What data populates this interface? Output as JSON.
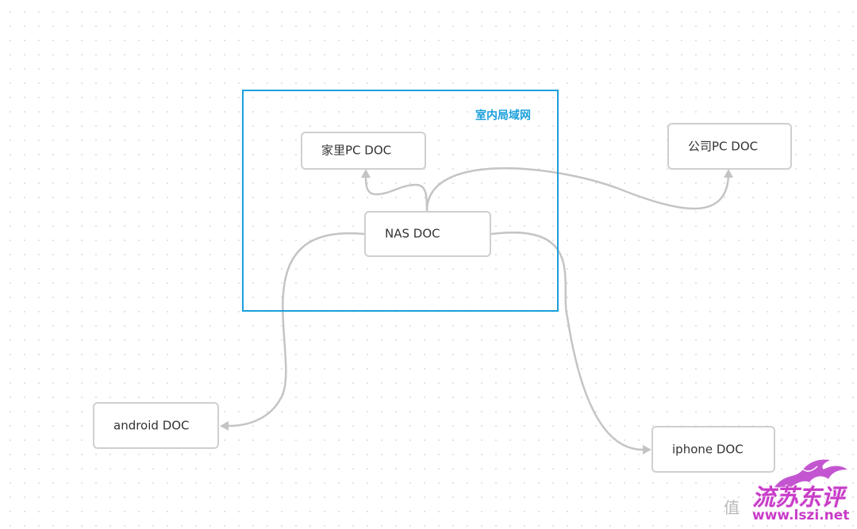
{
  "canvas": {
    "background": "#ffffff",
    "grid_dot_color": "#dcdcdc"
  },
  "group": {
    "label": "室内局域网",
    "color": "#1aa0dc"
  },
  "nodes": {
    "home_pc": "家里PC DOC",
    "nas": "NAS DOC",
    "company_pc": "公司PC DOC",
    "android": "android DOC",
    "iphone": "iphone DOC"
  },
  "edges": [
    {
      "from": "nas",
      "to": "home_pc"
    },
    {
      "from": "nas",
      "to": "company_pc"
    },
    {
      "from": "nas",
      "to": "android"
    },
    {
      "from": "nas",
      "to": "iphone"
    }
  ],
  "edge_color": "#c4c4c4",
  "watermark": {
    "brand": "流苏东评",
    "url": "www.lszi.net",
    "site": "值",
    "color": "#c83cc8"
  }
}
